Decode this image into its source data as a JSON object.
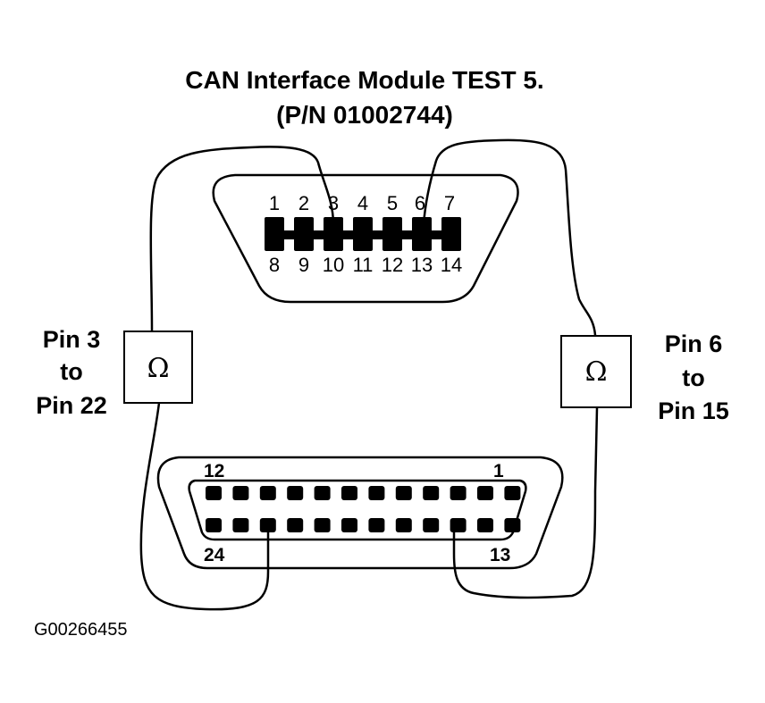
{
  "title": {
    "line1": "CAN Interface Module TEST 5.",
    "line2": "(P/N  01002744)"
  },
  "left_meter": {
    "symbol": "Ω",
    "label_lines": [
      "Pin 3",
      "to",
      "Pin 22"
    ]
  },
  "right_meter": {
    "symbol": "Ω",
    "label_lines": [
      "Pin 6",
      "to",
      "Pin 15"
    ]
  },
  "top_connector": {
    "top_row_labels": [
      "1",
      "2",
      "3",
      "4",
      "5",
      "6",
      "7"
    ],
    "bottom_row_labels": [
      "8",
      "9",
      "10",
      "11",
      "12",
      "13",
      "14"
    ]
  },
  "bottom_connector": {
    "label_top_left": "12",
    "label_top_right": "1",
    "label_bottom_left": "24",
    "label_bottom_right": "13"
  },
  "figure_id": "G00266455"
}
